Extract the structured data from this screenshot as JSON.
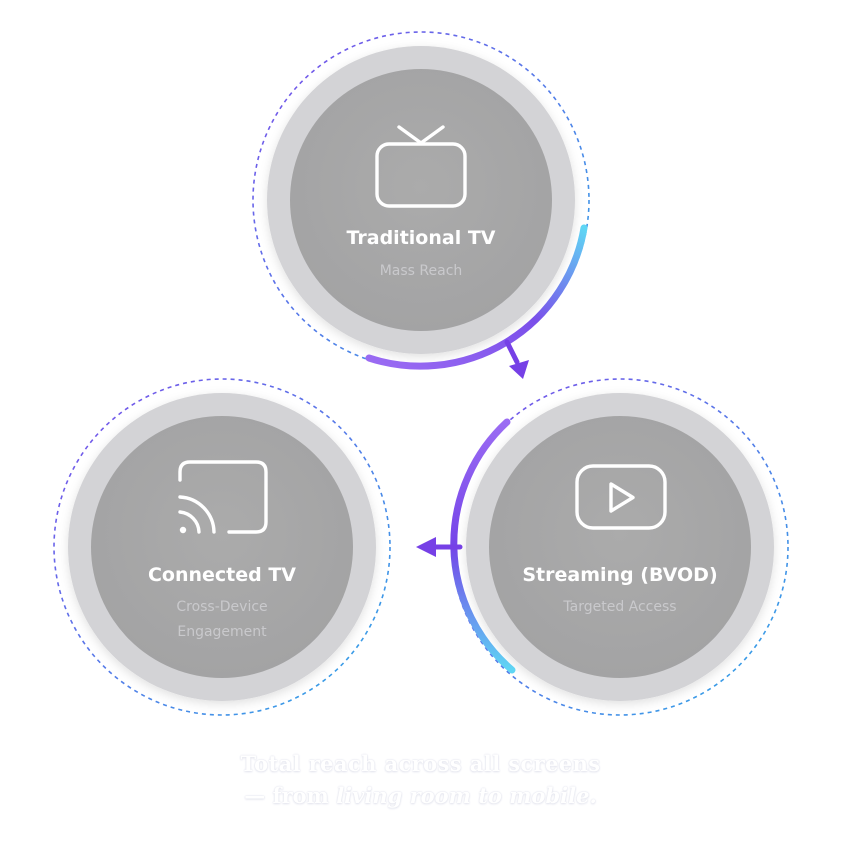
{
  "diagram": {
    "nodes": [
      {
        "title": "Traditional TV",
        "subtitle": "Mass Reach",
        "icon": "tv-icon"
      },
      {
        "title": "Streaming (BVOD)",
        "subtitle": "Targeted Access",
        "icon": "play-icon"
      },
      {
        "title": "Connected TV",
        "subtitle_line1": "Cross-Device",
        "subtitle_line2": "Engagement",
        "icon": "cast-icon"
      }
    ]
  },
  "tagline": {
    "line1": "Total reach across all screens",
    "line2_prefix": "— from ",
    "line2_em": "living room to mobile."
  },
  "colors": {
    "circle_outer": "#d2d2d5",
    "circle_inner": "#a8a8a9",
    "dashed_ring": "#5b6fd6",
    "arc_start": "#8b5cf6",
    "arc_end": "#5fd3f3",
    "arrow": "#7b3fe4"
  }
}
